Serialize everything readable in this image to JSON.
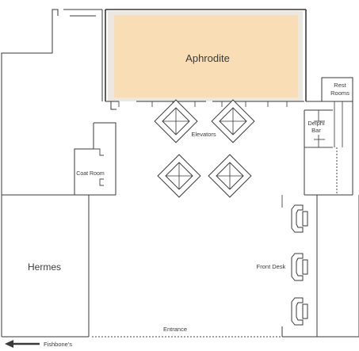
{
  "rooms": {
    "aphrodite": "Aphrodite",
    "hermes": "Hermes",
    "coat_room": "Coat Room",
    "elevators": "Elevators",
    "delphi_bar": [
      "Delphi",
      "Bar"
    ],
    "rest_rooms": [
      "Rest",
      "Rooms"
    ],
    "front_desk": "Front Desk",
    "entrance": "Entrance"
  },
  "direction": {
    "label": "Fishbone's",
    "arrow": "left-arrow"
  },
  "highlight": {
    "room": "aphrodite",
    "fill": "#f8ddb5",
    "border": "#ece8e1"
  }
}
